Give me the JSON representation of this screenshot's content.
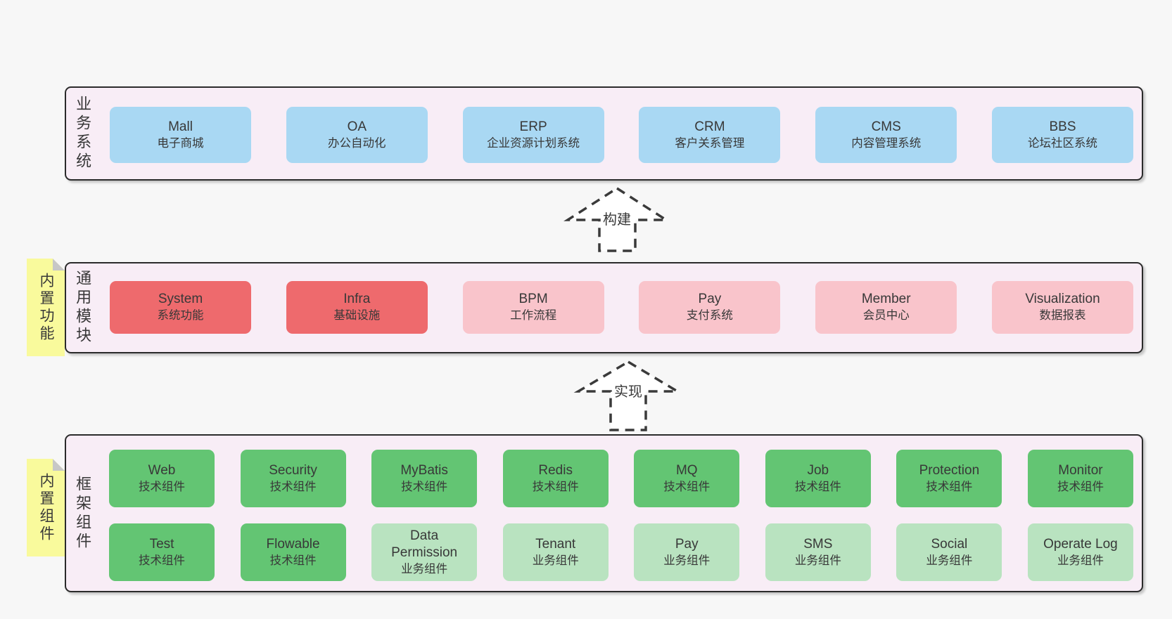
{
  "colors": {
    "blue": "#a9d8f3",
    "red": "#ee6a6d",
    "pink": "#f9c4cb",
    "green_dark": "#63c573",
    "green_light": "#b9e3c0",
    "sticky": "#f9fa9c",
    "container_bg": "#f8edf6",
    "border": "#2b2b2b",
    "text": "#383838"
  },
  "arrows": [
    {
      "label": "构建"
    },
    {
      "label": "实现"
    }
  ],
  "layers": {
    "business": {
      "label": "业务系统",
      "items": [
        {
          "title": "Mall",
          "subtitle": "电子商城"
        },
        {
          "title": "OA",
          "subtitle": "办公自动化"
        },
        {
          "title": "ERP",
          "subtitle": "企业资源计划系统"
        },
        {
          "title": "CRM",
          "subtitle": "客户关系管理"
        },
        {
          "title": "CMS",
          "subtitle": "内容管理系统"
        },
        {
          "title": "BBS",
          "subtitle": "论坛社区系统"
        }
      ]
    },
    "modules": {
      "label": "通用模块",
      "sticky": "内置功能",
      "items": [
        {
          "title": "System",
          "subtitle": "系统功能",
          "emphasis": "strong"
        },
        {
          "title": "Infra",
          "subtitle": "基础设施",
          "emphasis": "strong"
        },
        {
          "title": "BPM",
          "subtitle": "工作流程",
          "emphasis": "light"
        },
        {
          "title": "Pay",
          "subtitle": "支付系统",
          "emphasis": "light"
        },
        {
          "title": "Member",
          "subtitle": "会员中心",
          "emphasis": "light"
        },
        {
          "title": "Visualization",
          "subtitle": "数据报表",
          "emphasis": "light"
        }
      ]
    },
    "components": {
      "label": "框架组件",
      "sticky": "内置组件",
      "rows": [
        [
          {
            "title": "Web",
            "subtitle": "技术组件",
            "emphasis": "strong"
          },
          {
            "title": "Security",
            "subtitle": "技术组件",
            "emphasis": "strong"
          },
          {
            "title": "MyBatis",
            "subtitle": "技术组件",
            "emphasis": "strong"
          },
          {
            "title": "Redis",
            "subtitle": "技术组件",
            "emphasis": "strong"
          },
          {
            "title": "MQ",
            "subtitle": "技术组件",
            "emphasis": "strong"
          },
          {
            "title": "Job",
            "subtitle": "技术组件",
            "emphasis": "strong"
          },
          {
            "title": "Protection",
            "subtitle": "技术组件",
            "emphasis": "strong"
          },
          {
            "title": "Monitor",
            "subtitle": "技术组件",
            "emphasis": "strong"
          }
        ],
        [
          {
            "title": "Test",
            "subtitle": "技术组件",
            "emphasis": "strong"
          },
          {
            "title": "Flowable",
            "subtitle": "技术组件",
            "emphasis": "strong"
          },
          {
            "title": "Data Permission",
            "subtitle": "业务组件",
            "emphasis": "light"
          },
          {
            "title": "Tenant",
            "subtitle": "业务组件",
            "emphasis": "light"
          },
          {
            "title": "Pay",
            "subtitle": "业务组件",
            "emphasis": "light"
          },
          {
            "title": "SMS",
            "subtitle": "业务组件",
            "emphasis": "light"
          },
          {
            "title": "Social",
            "subtitle": "业务组件",
            "emphasis": "light"
          },
          {
            "title": "Operate Log",
            "subtitle": "业务组件",
            "emphasis": "light"
          }
        ]
      ]
    }
  }
}
